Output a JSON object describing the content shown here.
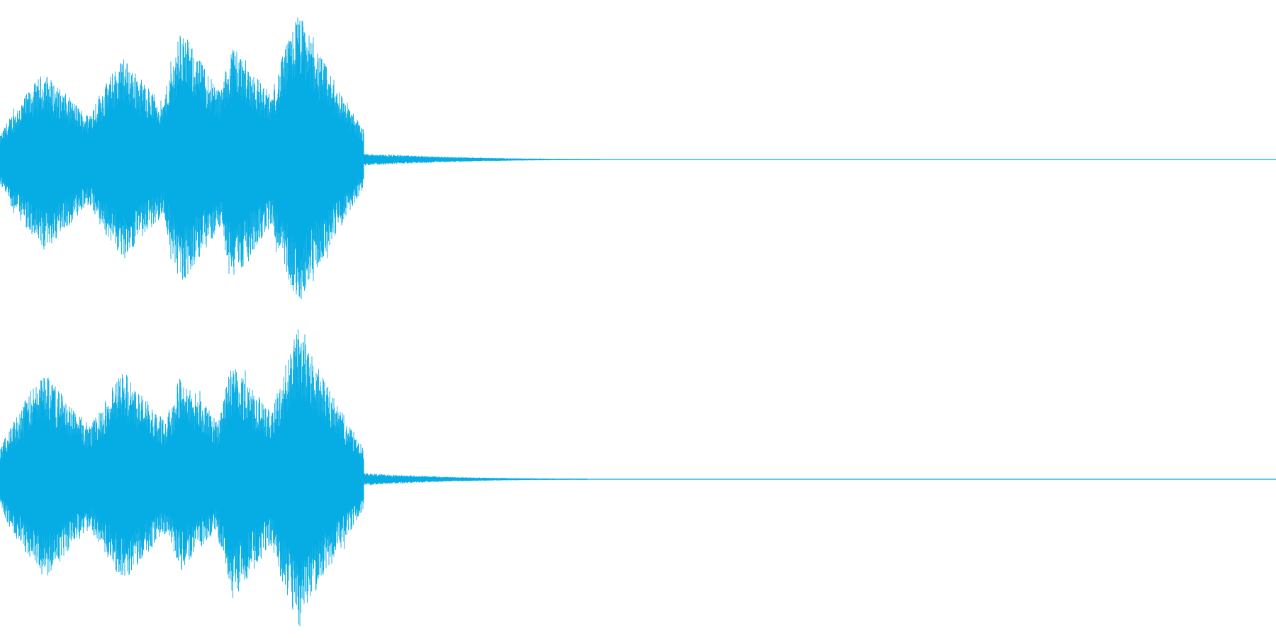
{
  "waveform": {
    "color": "#06ace4",
    "background": "#ffffff",
    "channels": [
      {
        "name": "channel-1",
        "bursts": [
          {
            "start": 0.0,
            "peak": 0.035,
            "end": 0.063,
            "amp_pos": 0.58,
            "amp_neg": 0.62
          },
          {
            "start": 0.063,
            "peak": 0.097,
            "end": 0.125,
            "amp_pos": 0.68,
            "amp_neg": 0.67
          },
          {
            "start": 0.125,
            "peak": 0.142,
            "end": 0.167,
            "amp_pos": 0.87,
            "amp_neg": 0.85
          },
          {
            "start": 0.167,
            "peak": 0.183,
            "end": 0.208,
            "amp_pos": 0.78,
            "amp_neg": 0.81
          },
          {
            "start": 0.208,
            "peak": 0.234,
            "end": 0.255,
            "amp_pos": 0.98,
            "amp_neg": 0.97
          }
        ],
        "tail_end": 0.47,
        "tail_amp": 0.05
      },
      {
        "name": "channel-2",
        "bursts": [
          {
            "start": 0.0,
            "peak": 0.035,
            "end": 0.063,
            "amp_pos": 0.72,
            "amp_neg": 0.67
          },
          {
            "start": 0.063,
            "peak": 0.097,
            "end": 0.125,
            "amp_pos": 0.72,
            "amp_neg": 0.68
          },
          {
            "start": 0.125,
            "peak": 0.142,
            "end": 0.167,
            "amp_pos": 0.7,
            "amp_neg": 0.6
          },
          {
            "start": 0.167,
            "peak": 0.183,
            "end": 0.208,
            "amp_pos": 0.8,
            "amp_neg": 0.8
          },
          {
            "start": 0.208,
            "peak": 0.234,
            "end": 0.255,
            "amp_pos": 1.0,
            "amp_neg": 0.99
          }
        ],
        "tail_end": 0.46,
        "tail_amp": 0.05
      }
    ]
  }
}
